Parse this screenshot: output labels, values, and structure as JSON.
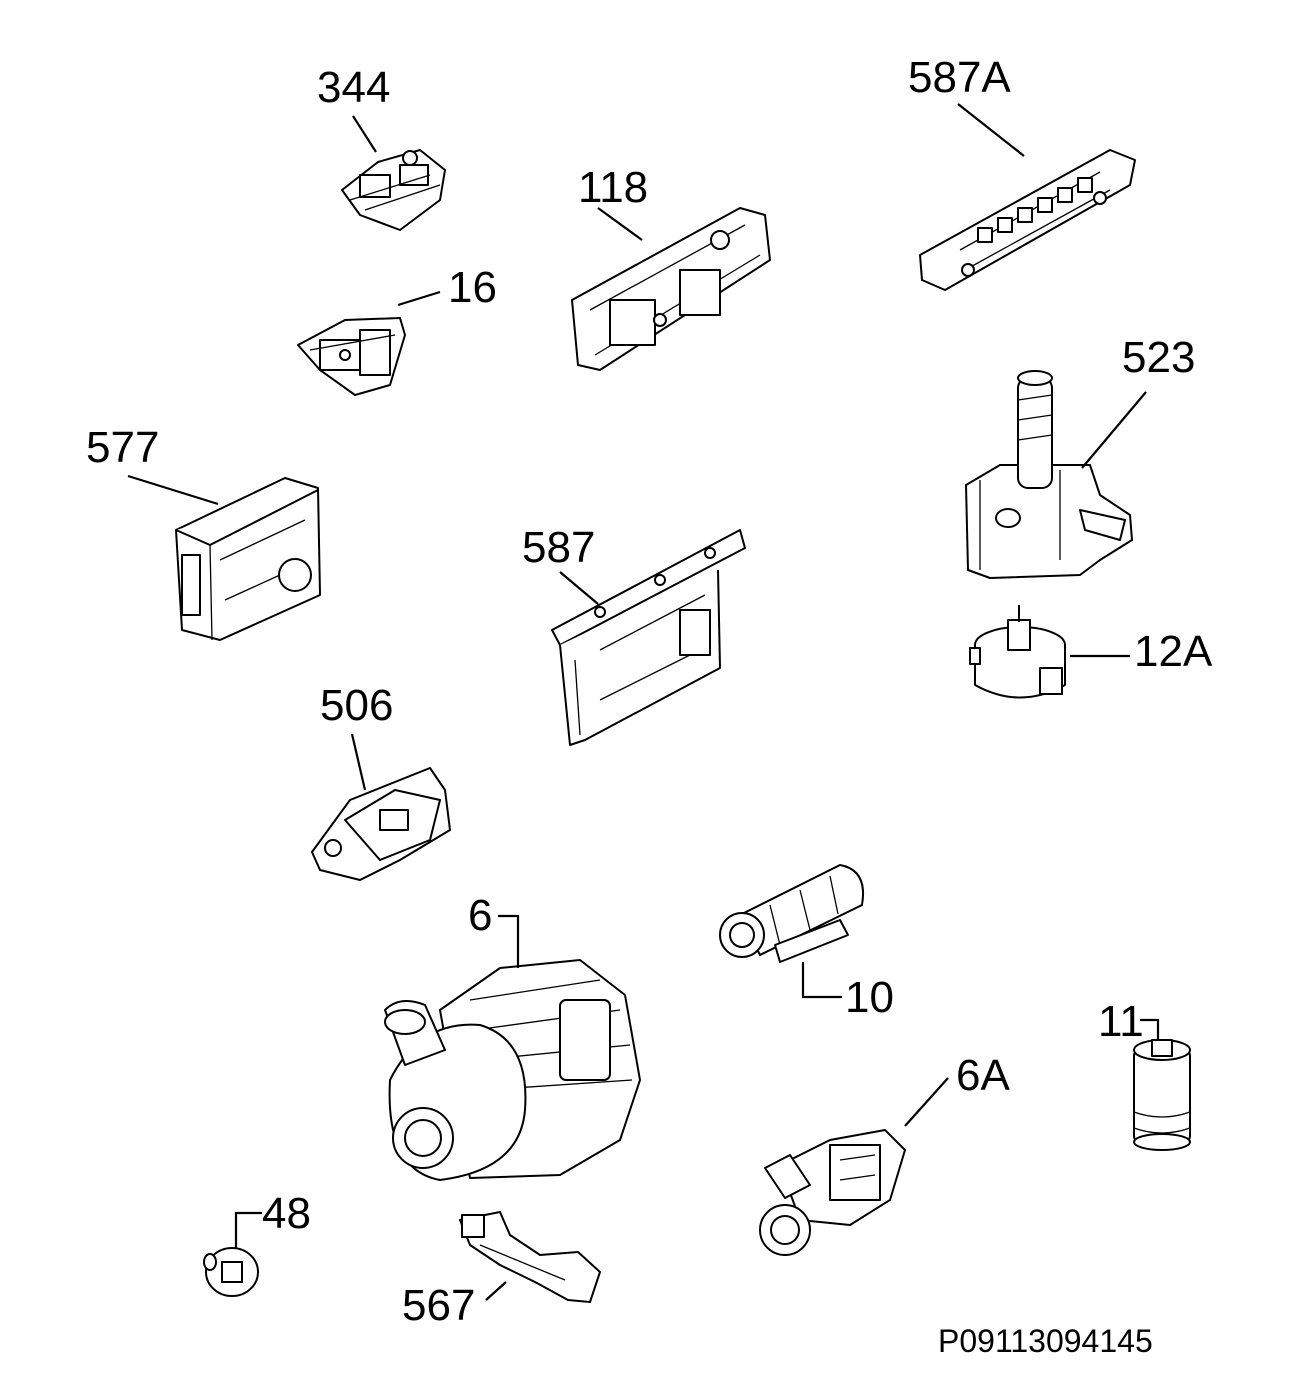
{
  "callouts": {
    "c344": "344",
    "c587A": "587A",
    "c118": "118",
    "c16": "16",
    "c523": "523",
    "c577": "577",
    "c587": "587",
    "c12A": "12A",
    "c506": "506",
    "c6": "6",
    "c10": "10",
    "c11": "11",
    "c6A": "6A",
    "c48": "48",
    "c567": "567"
  },
  "diagram_code": "P09113094145"
}
